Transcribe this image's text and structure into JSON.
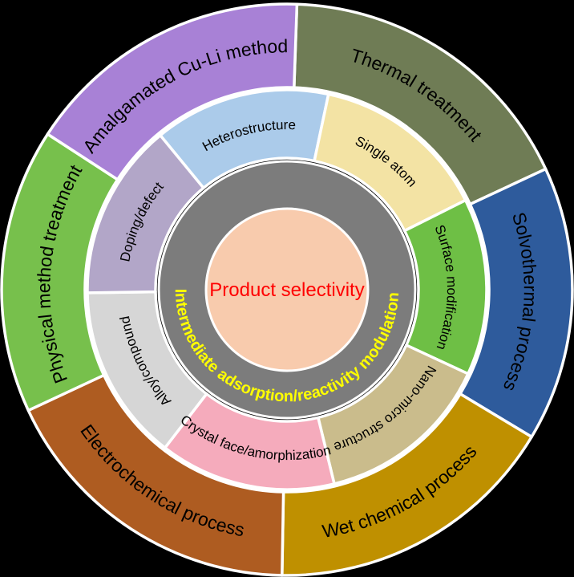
{
  "figure": {
    "background": "#000000",
    "center_circle": {
      "label": "Product selectivity",
      "fill": "#f8cbad",
      "text_color": "#ff0000"
    },
    "middle_ring": {
      "label": "Intermediate adsorption/reactivity modulation",
      "fill": "#7c7c7c",
      "text_color": "#ffff00"
    },
    "inner_ring_segments": [
      {
        "label": "Heterostructure",
        "color": "#abcbea",
        "start_deg": 320.6,
        "end_deg": 372.0,
        "label_dir": "cw"
      },
      {
        "label": "Single atom",
        "color": "#f3e3a4",
        "start_deg": 12.0,
        "end_deg": 63.4,
        "label_dir": "cw"
      },
      {
        "label": "Surface modification",
        "color": "#6ebf45",
        "start_deg": 63.4,
        "end_deg": 114.9,
        "label_dir": "cw"
      },
      {
        "label": "Nano-micro structure",
        "color": "#cabc8c",
        "start_deg": 114.9,
        "end_deg": 166.3,
        "label_dir": "cw"
      },
      {
        "label": "Crystal face/amorphization",
        "color": "#f5abbc",
        "start_deg": 166.3,
        "end_deg": 217.7,
        "label_dir": "ccw"
      },
      {
        "label": "Alloy/compound",
        "color": "#d6d6d6",
        "start_deg": 217.7,
        "end_deg": 269.1,
        "label_dir": "cw"
      },
      {
        "label": "Doping/defect",
        "color": "#b2a6c8",
        "start_deg": 269.1,
        "end_deg": 320.6,
        "label_dir": "cw"
      }
    ],
    "outer_ring_segments": [
      {
        "label": "Thermal treatment",
        "color": "#6f7c55",
        "start_deg": 2.0,
        "end_deg": 65.0,
        "label_dir": "cw"
      },
      {
        "label": "Solvothermal process",
        "color": "#2e5b9c",
        "start_deg": 65.0,
        "end_deg": 121.0,
        "label_dir": "cw"
      },
      {
        "label": "Wet chemical process",
        "color": "#bf9000",
        "start_deg": 121.0,
        "end_deg": 181.0,
        "label_dir": "ccw"
      },
      {
        "label": "Electrochemical process",
        "color": "#ae5c21",
        "start_deg": 181.0,
        "end_deg": 245.0,
        "label_dir": "ccw"
      },
      {
        "label": "Physical method treatment",
        "color": "#77c04c",
        "start_deg": 245.0,
        "end_deg": 303.0,
        "label_dir": "cw"
      },
      {
        "label": "Amalgamated Cu-Li method",
        "color": "#a881d6",
        "start_deg": 303.0,
        "end_deg": 362.0,
        "label_dir": "cw"
      }
    ]
  }
}
